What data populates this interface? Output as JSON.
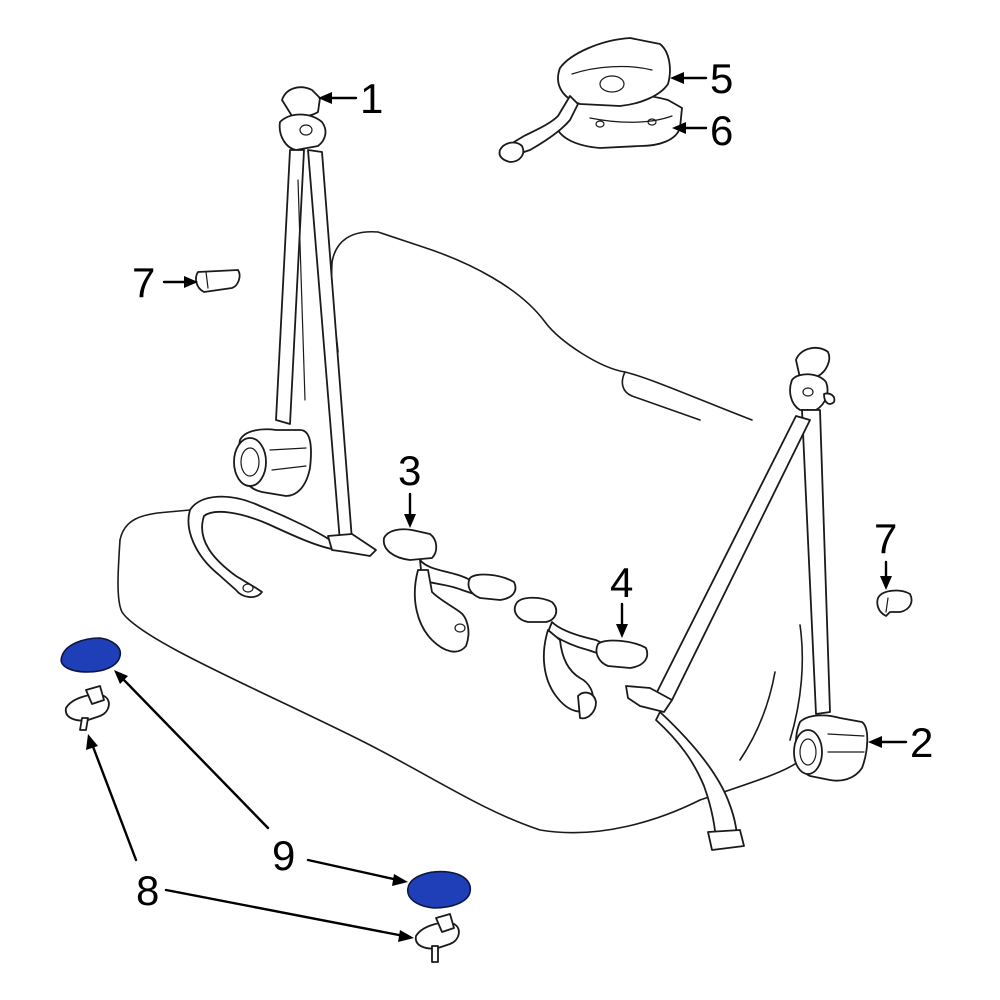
{
  "callouts": {
    "c1": "1",
    "c2": "2",
    "c3": "3",
    "c4": "4",
    "c5": "5",
    "c6": "6",
    "c7a": "7",
    "c7b": "7",
    "c8": "8",
    "c9": "9"
  },
  "colors": {
    "highlight": "#1f3fb8",
    "linework": "#1a1a1a",
    "background": "#ffffff"
  }
}
